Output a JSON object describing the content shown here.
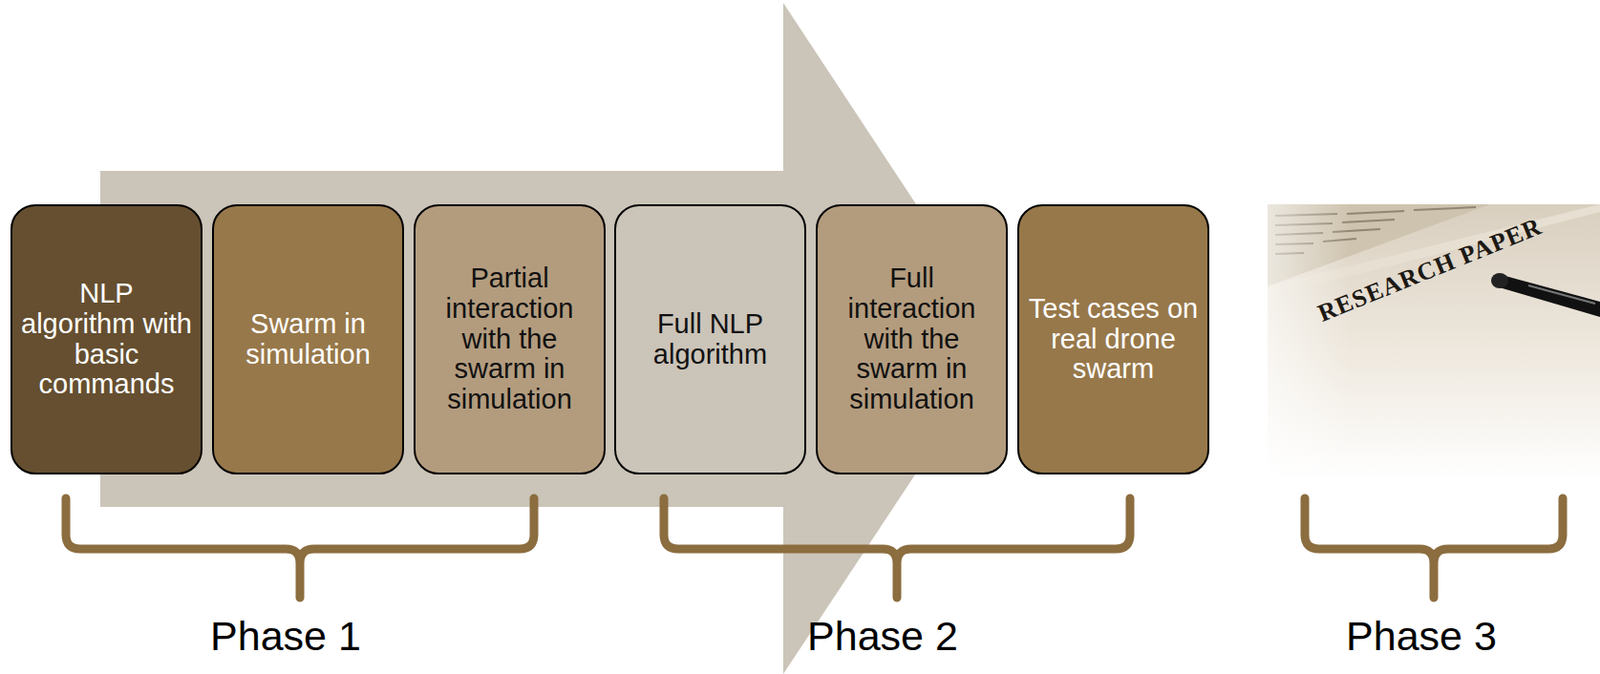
{
  "diagram": {
    "nodes": [
      {
        "text": [
          "NLP algorithm with basic commands"
        ]
      },
      {
        "text": [
          "Swarm in simulation"
        ]
      },
      {
        "text": [
          "Partial interaction with the swarm in simulation"
        ]
      },
      {
        "text": [
          "Full NLP algorithm"
        ]
      },
      {
        "text": [
          "Full interaction with the swarm in simulation"
        ]
      },
      {
        "text": [
          "Test cases on real drone swarm"
        ]
      }
    ],
    "labels": [
      "RESEARCH PAPER",
      "Phase 1",
      "Phase 2",
      "Phase 3"
    ]
  }
}
